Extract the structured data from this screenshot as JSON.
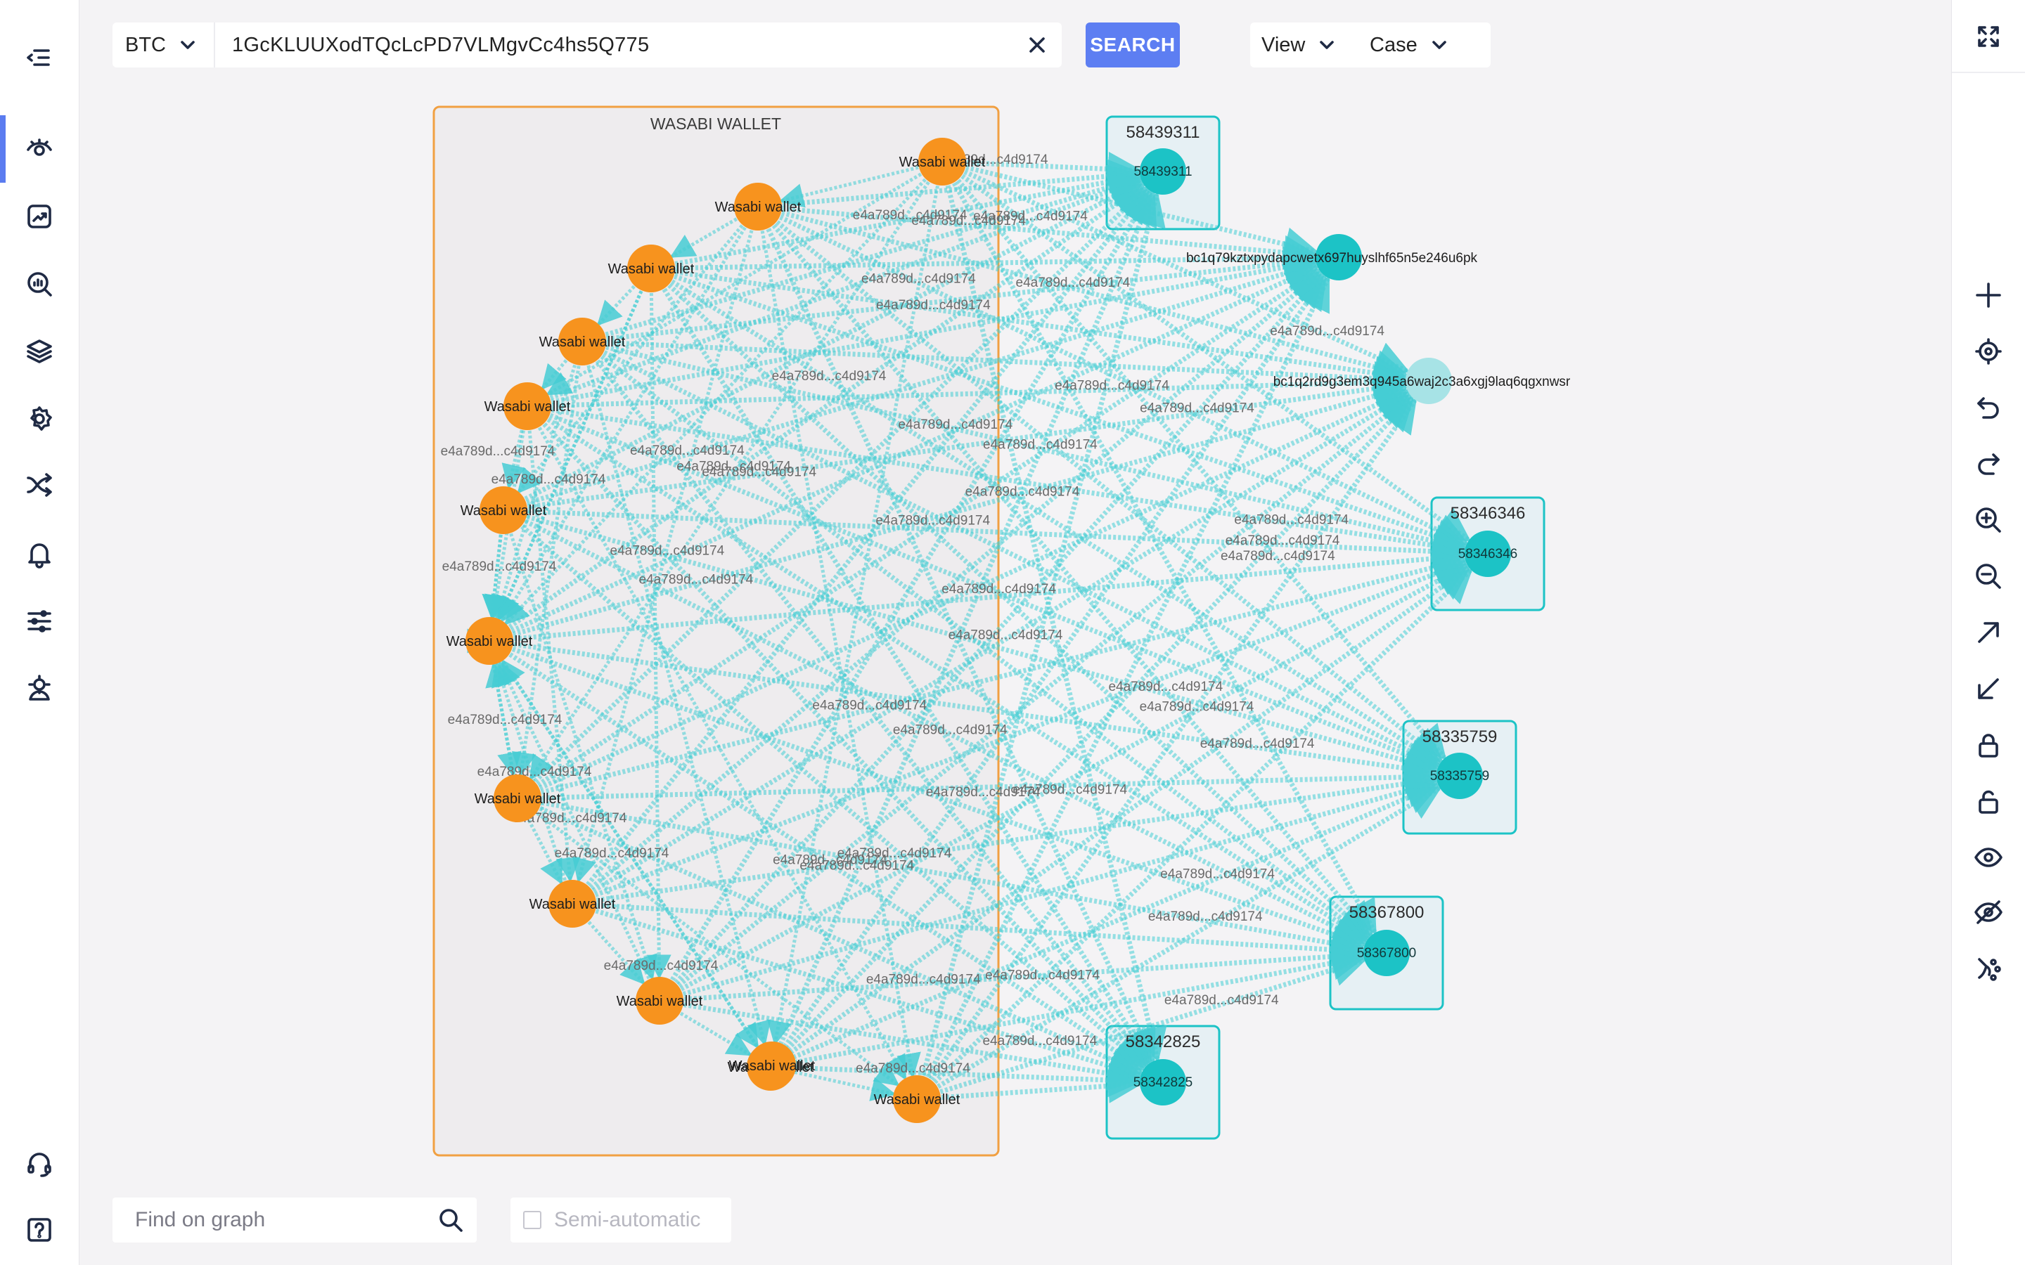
{
  "search": {
    "coin": "BTC",
    "address": "1GcKLUUXodTQcLcPD7VLMgvCc4hs5Q775",
    "button_label": "SEARCH"
  },
  "toolbar": {
    "view_label": "View",
    "case_label": "Case"
  },
  "left_nav": {
    "items": [
      "collapse-menu-icon",
      "eye-icon",
      "chart-icon",
      "search-analytics-icon",
      "layers-icon",
      "settings-icon",
      "split-icon",
      "bell-icon",
      "sliders-icon",
      "team-icon"
    ],
    "bottom": [
      "headset-icon",
      "help-icon"
    ]
  },
  "right_toolbar": [
    "fullscreen-icon",
    "plus-icon",
    "crosshair-icon",
    "undo-icon",
    "redo-icon",
    "zoom-in-icon",
    "zoom-out-icon",
    "expand-arrow-icon",
    "collapse-arrow-icon",
    "lock-icon",
    "unlock-icon",
    "eye-icon",
    "eye-off-icon",
    "scatter-icon"
  ],
  "graph": {
    "cluster_title": "WASABI WALLET",
    "wallet_label": "Wasabi wallet",
    "edge_label": "e4a789d...c4d9174",
    "wallet_node_count": 13,
    "transaction_nodes": [
      "58439311",
      "58346346",
      "58335759",
      "58367800",
      "58342825"
    ],
    "address_nodes": [
      "bc1q79kztxpydapcwetx697huyslhf65n5e246u6pk",
      "bc1q2rd9g3em3q945a6waj2c3a6xgj9laq6qgxnwsr"
    ],
    "colors": {
      "wallet": "#f7931e",
      "tx": "#1cc3c6",
      "edge": "#45cdd4",
      "cluster_border": "#f1a042"
    }
  },
  "find": {
    "placeholder": "Find on graph"
  },
  "semi_auto": {
    "label": "Semi-automatic"
  }
}
